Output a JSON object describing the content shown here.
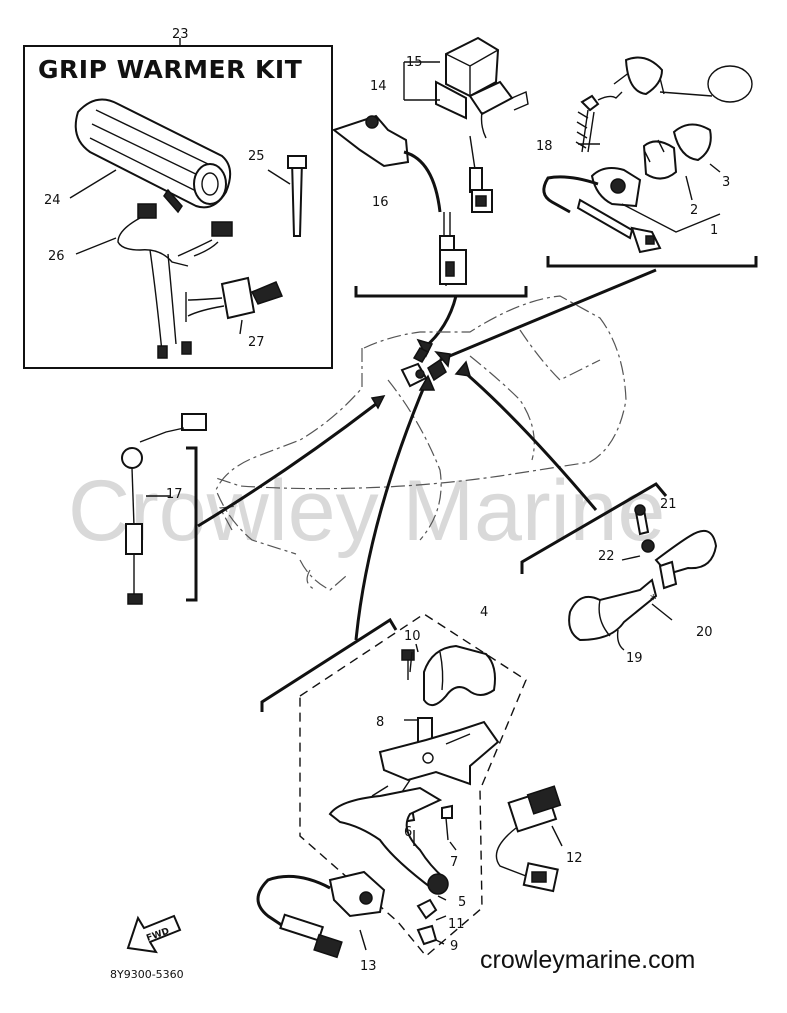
{
  "diagram": {
    "kit_title": "GRIP WARMER KIT",
    "watermark": "Crowley Marine",
    "site": "crowleymarine.com",
    "drawing_code": "8Y9300-5360",
    "fwd_label": "FWD",
    "callouts": {
      "c1": "1",
      "c2": "2",
      "c3": "3",
      "c4": "4",
      "c5": "5",
      "c6": "6",
      "c7": "7",
      "c8": "8",
      "c9": "9",
      "c10": "10",
      "c11": "11",
      "c12": "12",
      "c13": "13",
      "c14": "14",
      "c15": "15",
      "c16": "16",
      "c17": "17",
      "c18": "18",
      "c19": "19",
      "c20": "20",
      "c21": "21",
      "c22": "22",
      "c23": "23",
      "c24": "24",
      "c25": "25",
      "c26": "26",
      "c27": "27"
    }
  }
}
